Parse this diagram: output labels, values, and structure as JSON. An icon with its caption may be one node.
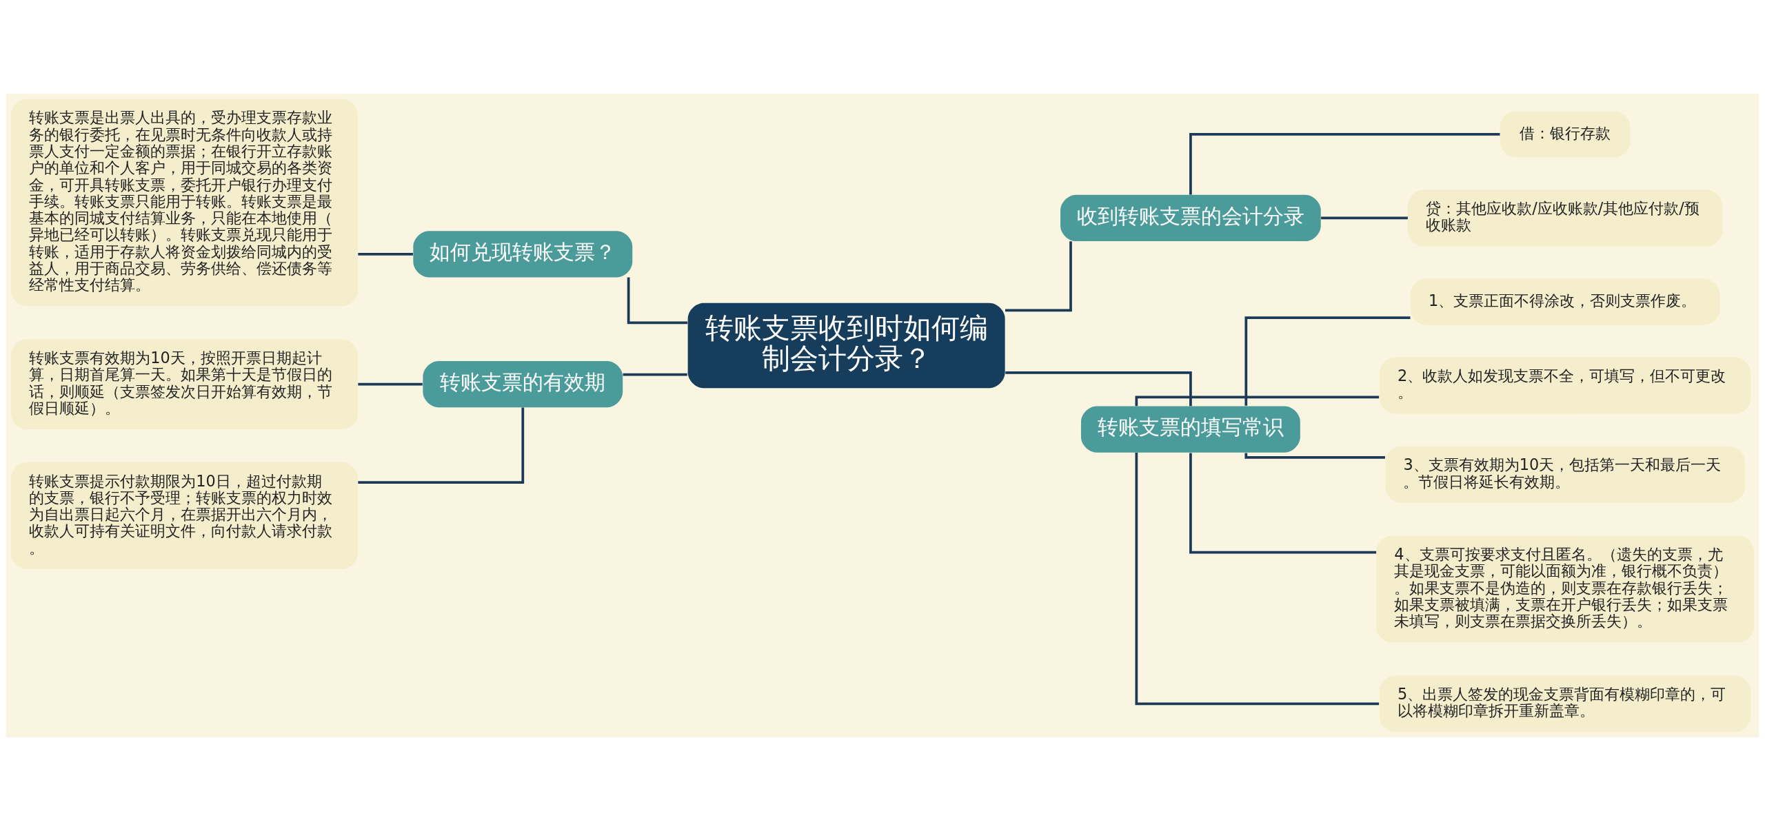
{
  "diagram": {
    "nodes": [
      {
        "text": [
          "转账支票收到时如何编制会计分录？"
        ]
      },
      {
        "text": [
          "如何兑现转账支票？"
        ]
      },
      {
        "text": [
          "转账支票是出票人出具的，受办理支票存款业务的银行委托，在见票时无条件向收款人或持票人支付一定金额的票据；在银行开立存款账户的单位和个人客户，用于同城交易的各类资金，可开具转账支票，委托开户银行办理支付手续。转账支票只能用于转账。转账支票是最基本的同城支付结算业务，只能在本地使用（异地已经可以转账）。转账支票兑现只能用于转账，适用于存款人将资金划拨给同城内的受益人，用于商品交易、劳务供给、偿还债务等经常性支付结算。"
        ]
      },
      {
        "text": [
          "转账支票的有效期"
        ]
      },
      {
        "text": [
          "转账支票有效期为10天，按照开票日期起计算，日期首尾算一天。如果第十天是节假日的话，则顺延（支票签发次日开始算有效期，节假日顺延）。"
        ]
      },
      {
        "text": [
          "转账支票提示付款期限为10日，超过付款期的支票，银行不予受理；转账支票的权力时效为自出票日起六个月，在票据开出六个月内，收款人可持有关证明文件，向付款人请求付款。"
        ]
      },
      {
        "text": [
          "收到转账支票的会计分录"
        ]
      },
      {
        "text": [
          "借：银行存款"
        ]
      },
      {
        "text": [
          "贷：其他应收款/应收账款/其他应付款/预收账款"
        ]
      },
      {
        "text": [
          "转账支票的填写常识"
        ]
      },
      {
        "text": [
          "1、支票正面不得涂改，否则支票作废。"
        ]
      },
      {
        "text": [
          "2、收款人如发现支票不全，可填写，但不可更改。"
        ]
      },
      {
        "text": [
          "3、支票有效期为10天，包括第一天和最后一天。节假日将延长有效期。"
        ]
      },
      {
        "text": [
          "4、支票可按要求支付且匿名。（遗失的支票，尤其是现金支票，可能以面额为准，银行概不负责）。如果支票不是伪造的，则支票在存款银行丢失；如果支票被填满，支票在开户银行丢失；如果支票未填写，则支票在票据交换所丢失）。"
        ]
      },
      {
        "text": [
          "5、出票人签发的现金支票背面有模糊印章的，可以将模糊印章拆开重新盖章。"
        ]
      }
    ],
    "edges": [
      {
        "from": 0,
        "to": 1,
        "arrow": "none"
      },
      {
        "from": 1,
        "to": 2,
        "arrow": "none"
      },
      {
        "from": 0,
        "to": 3,
        "arrow": "none"
      },
      {
        "from": 3,
        "to": 4,
        "arrow": "none"
      },
      {
        "from": 3,
        "to": 5,
        "arrow": "none"
      },
      {
        "from": 0,
        "to": 6,
        "arrow": "none"
      },
      {
        "from": 6,
        "to": 7,
        "arrow": "none"
      },
      {
        "from": 6,
        "to": 8,
        "arrow": "none"
      },
      {
        "from": 0,
        "to": 9,
        "arrow": "none"
      },
      {
        "from": 9,
        "to": 10,
        "arrow": "none"
      },
      {
        "from": 9,
        "to": 11,
        "arrow": "none"
      },
      {
        "from": 9,
        "to": 12,
        "arrow": "none"
      },
      {
        "from": 9,
        "to": 13,
        "arrow": "none"
      },
      {
        "from": 9,
        "to": 14,
        "arrow": "none"
      }
    ]
  }
}
